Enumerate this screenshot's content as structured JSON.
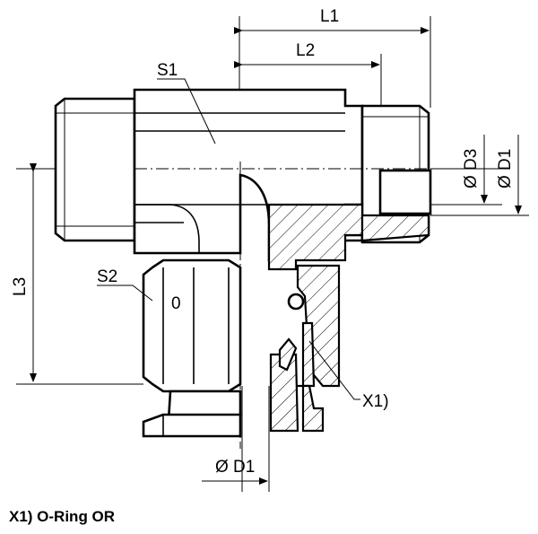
{
  "labels": {
    "l1": "L1",
    "l2": "L2",
    "l3": "L3",
    "s1": "S1",
    "s2": "S2",
    "d3": "Ø D3",
    "d1_right": "Ø D1",
    "d1_bottom": "Ø D1",
    "x1": "X1)",
    "nut_mark": "0"
  },
  "footnote": "X1) O-Ring OR"
}
